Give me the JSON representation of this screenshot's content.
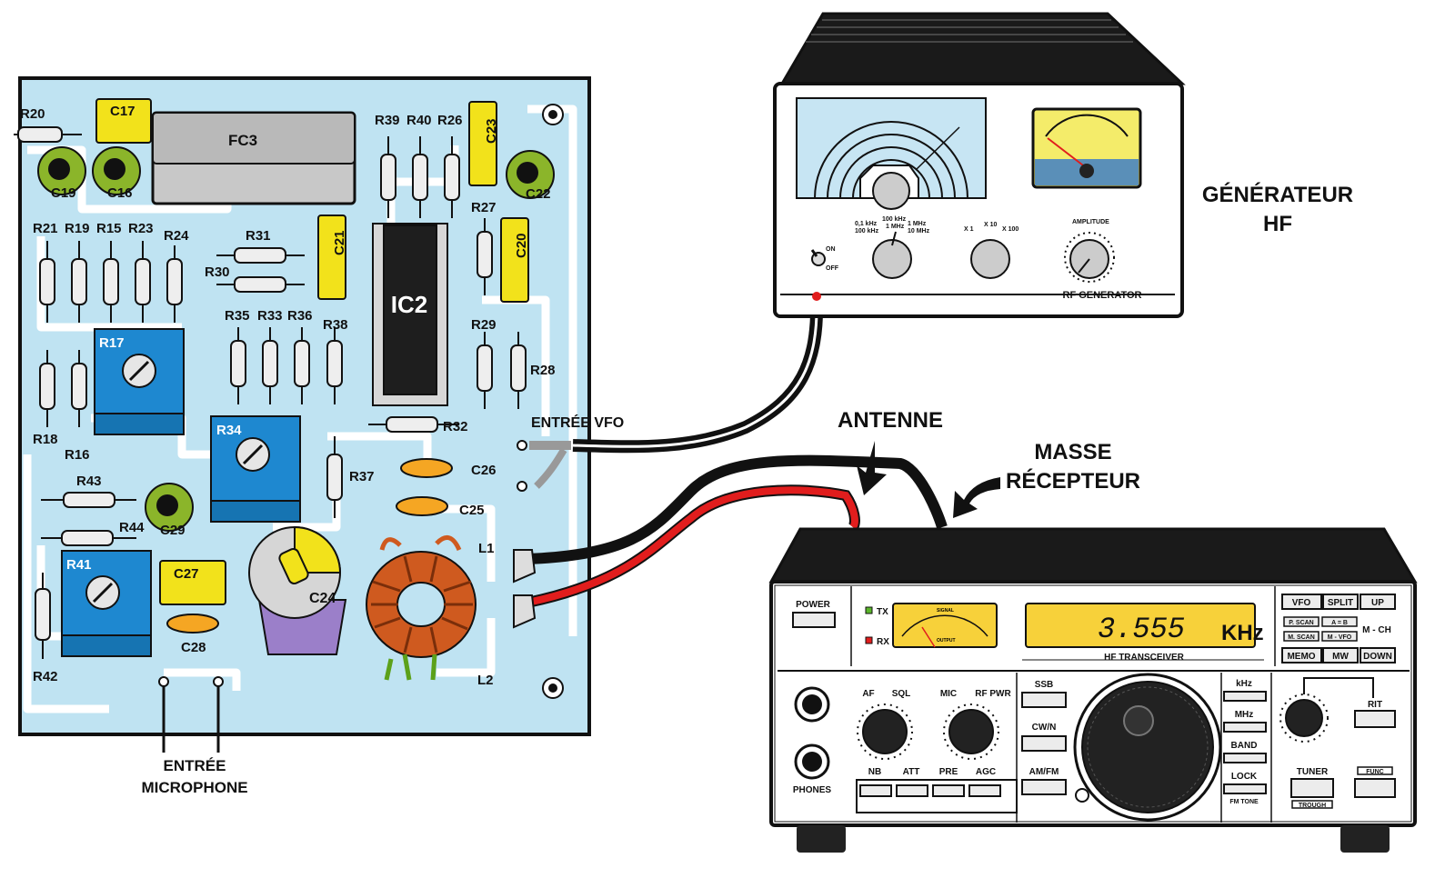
{
  "pcb": {
    "resistors": [
      "R20",
      "R21",
      "R19",
      "R15",
      "R23",
      "R24",
      "R31",
      "R30",
      "R39",
      "R40",
      "R26",
      "R27",
      "R29",
      "R28",
      "R35",
      "R33",
      "R36",
      "R38",
      "R37",
      "R32",
      "R18",
      "R16",
      "R43",
      "R44",
      "R42"
    ],
    "capacitors": [
      "C17",
      "C23",
      "C21",
      "C20",
      "C27"
    ],
    "electrolytics": [
      "C19",
      "C16",
      "C22",
      "C29"
    ],
    "trimmers": [
      "R17",
      "R34",
      "R41"
    ],
    "ceramic": [
      "C26",
      "C25",
      "C28"
    ],
    "filter_label": "FC3",
    "ic_label": "IC2",
    "variable_cap_label": "C24",
    "coil_labels": [
      "L1",
      "L2"
    ],
    "vfo_input": "ENTRÉE VFO",
    "mic_input_line1": "ENTRÉE",
    "mic_input_line2": "MICROPHONE"
  },
  "generator": {
    "title_line1": "GÉNÉRATEUR",
    "title_line2": "HF",
    "panel_label": "RF GENERATOR",
    "on": "ON",
    "off": "OFF",
    "range1_a": "0,1 kHz",
    "range1_b": "100 kHz",
    "range2_a": "100 kHz",
    "range2_b": "1 MHz",
    "range3_a": "1 MHz",
    "range3_b": "10 MHz",
    "mult1": "X 1",
    "mult2": "X 10",
    "mult3": "X 100",
    "amplitude": "AMPLITUDE"
  },
  "connections": {
    "antenna": "ANTENNE",
    "ground_line1": "MASSE",
    "ground_line2": "RÉCEPTEUR"
  },
  "transceiver": {
    "power": "POWER",
    "tx": "TX",
    "rx": "RX",
    "meter_signal": "SIGNAL",
    "meter_output": "OUTPUT",
    "frequency": "3.555",
    "freq_unit": "KHz",
    "model": "HF TRANSCEIVER",
    "top_buttons": [
      "VFO",
      "SPLIT",
      "UP"
    ],
    "mid_buttons": [
      "P. SCAN",
      "A = B",
      "M. SCAN",
      "M - VFO"
    ],
    "mch": "M - CH",
    "low_buttons": [
      "MEMO",
      "MW",
      "DOWN"
    ],
    "af_sql": "AF",
    "af_sql2": "SQL",
    "mic": "MIC",
    "rf_pwr": "RF PWR",
    "row_buttons": [
      "NB",
      "ATT",
      "PRE",
      "AGC"
    ],
    "phones": "PHONES",
    "mode_buttons": [
      "SSB",
      "CW/N",
      "AM/FM"
    ],
    "band_buttons": [
      "kHz",
      "MHz",
      "BAND",
      "LOCK"
    ],
    "fm_tone": "FM TONE",
    "rit": "RIT",
    "tuner": "TUNER",
    "trough": "TROUGH",
    "func": "FUNC"
  }
}
